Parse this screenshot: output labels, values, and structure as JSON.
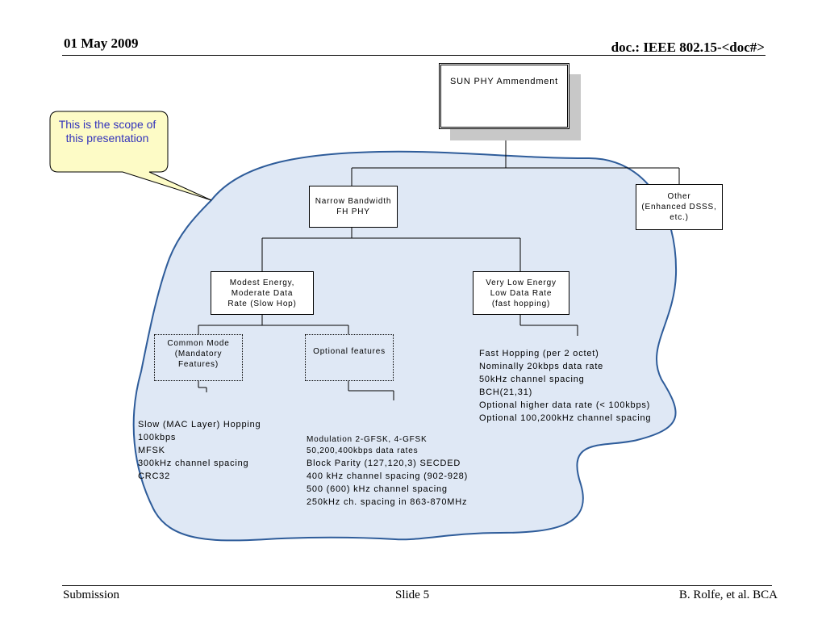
{
  "header": {
    "date": "01 May 2009",
    "doc": "doc.: IEEE 802.15-<doc#>"
  },
  "footer": {
    "left": "Submission",
    "center": "Slide 5",
    "right": "B. Rolfe, et al. BCA"
  },
  "callout": {
    "text": "This is the scope of this presentation"
  },
  "colors": {
    "blob_fill": "#dfe8f5",
    "blob_stroke": "#2e5c9a",
    "callout_fill": "#fdfbc6",
    "callout_text": "#3333bb"
  },
  "nodes": {
    "root": "SUN PHY Ammendment",
    "narrow": [
      "Narrow Bandwidth",
      "FH PHY"
    ],
    "other": [
      "Other",
      "(Enhanced DSSS,",
      "etc.)"
    ],
    "modest": [
      "Modest Energy,",
      "Moderate Data",
      "Rate (Slow Hop)"
    ],
    "verylow": [
      "Very Low Energy",
      "Low Data Rate",
      "(fast hopping)"
    ],
    "common": [
      "Common Mode",
      "(Mandatory",
      "Features)"
    ],
    "optional": "Optional features"
  },
  "details": {
    "slow": [
      "Slow (MAC Layer) Hopping",
      "100kbps",
      "MFSK",
      "300kHz channel spacing",
      "CRC32"
    ],
    "modulation": [
      "Modulation 2-GFSK, 4-GFSK",
      "50,200,400kbps data rates",
      "Block Parity (127,120,3) SECDED",
      "400 kHz channel spacing (902-928)",
      "500 (600) kHz channel spacing",
      "250kHz ch. spacing in 863-870MHz"
    ],
    "fast": [
      "Fast Hopping (per 2 octet)",
      "Nominally 20kbps data rate",
      "50kHz channel spacing",
      "BCH(21,31)",
      "Optional higher data rate (< 100kbps)",
      "Optional 100,200kHz channel spacing"
    ]
  }
}
